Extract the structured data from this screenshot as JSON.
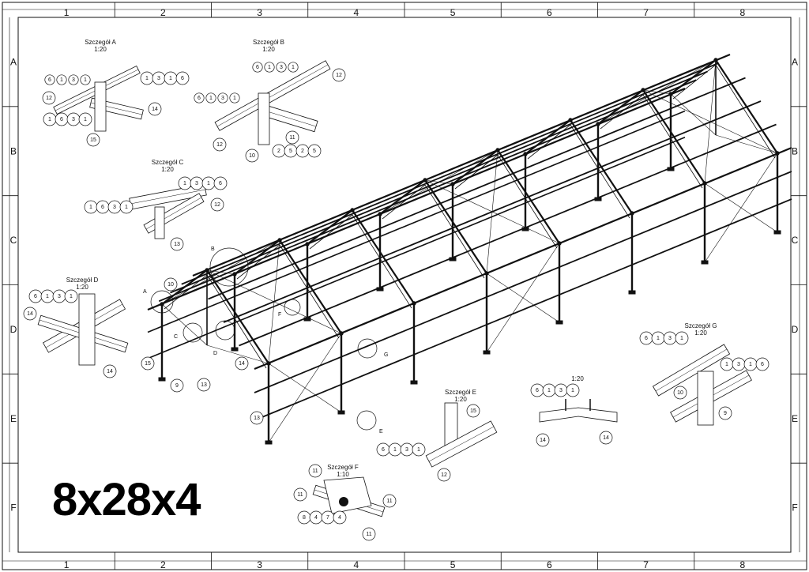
{
  "drawing": {
    "title": "8x28x4",
    "columns": [
      "1",
      "2",
      "3",
      "4",
      "5",
      "6",
      "7",
      "8"
    ],
    "rows": [
      "A",
      "B",
      "C",
      "D",
      "E",
      "F"
    ]
  },
  "details": [
    {
      "id": "A",
      "title": "Szczegół A",
      "scale": "1:20",
      "bubbles": [
        "6",
        "1",
        "3",
        "1",
        "1",
        "3",
        "1",
        "6",
        "12",
        "14",
        "1",
        "6",
        "3",
        "1",
        "15"
      ]
    },
    {
      "id": "B",
      "title": "Szczegół B",
      "scale": "1:20",
      "bubbles": [
        "6",
        "1",
        "3",
        "1",
        "12",
        "6",
        "1",
        "3",
        "1",
        "12",
        "11",
        "10",
        "2",
        "5",
        "2",
        "5"
      ]
    },
    {
      "id": "C",
      "title": "Szczegół C",
      "scale": "1:20",
      "bubbles": [
        "1",
        "3",
        "1",
        "6",
        "1",
        "6",
        "3",
        "1",
        "12",
        "13"
      ]
    },
    {
      "id": "D",
      "title": "Szczegół D",
      "scale": "1:20",
      "bubbles": [
        "6",
        "1",
        "3",
        "1",
        "14",
        "14"
      ]
    },
    {
      "id": "E",
      "title": "Szczegół E",
      "scale": "1:20",
      "bubbles": [
        "15",
        "6",
        "1",
        "3",
        "1",
        "12"
      ]
    },
    {
      "id": "F",
      "title": "Szczegół F",
      "scale": "1:10",
      "bubbles": [
        "11",
        "11",
        "11",
        "11",
        "8",
        "4",
        "7",
        "4"
      ]
    },
    {
      "id": "G",
      "title": "Szczegół G",
      "scale": "1:20",
      "bubbles": [
        "6",
        "1",
        "3",
        "1",
        "1",
        "3",
        "1",
        "6",
        "10",
        "9"
      ]
    },
    {
      "id": "ridge",
      "title": "",
      "scale": "1:20",
      "bubbles": [
        "6",
        "1",
        "3",
        "1",
        "14",
        "14"
      ]
    }
  ],
  "main_view": {
    "detail_refs": [
      "A",
      "B",
      "C",
      "D",
      "E",
      "F",
      "G"
    ],
    "bubbles": [
      "10",
      "15",
      "9",
      "13",
      "14",
      "13"
    ]
  }
}
